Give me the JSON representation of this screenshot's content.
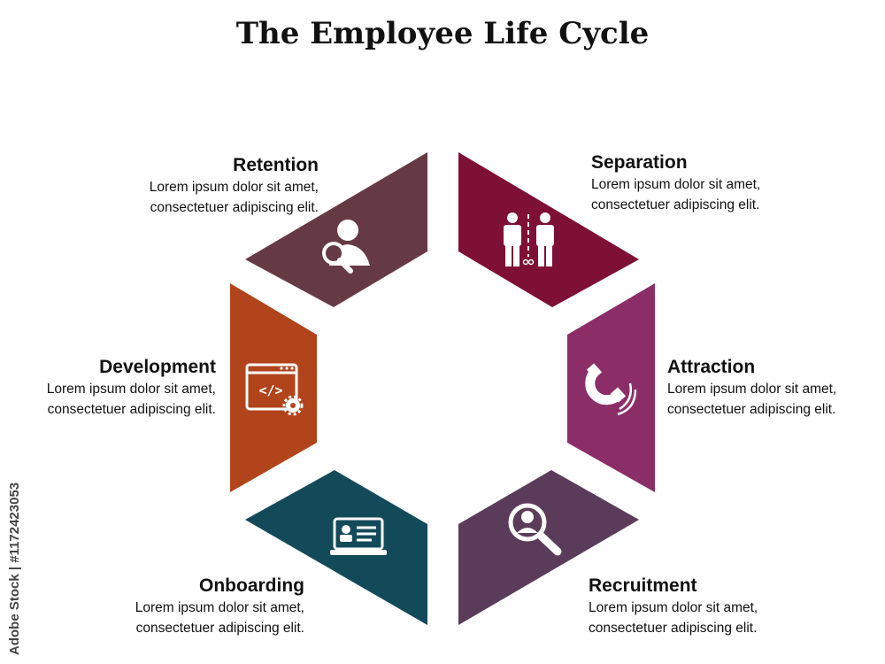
{
  "title": "The Employee Life Cycle",
  "stages": [
    {
      "name": "Separation",
      "text_line1": "Lorem ipsum dolor sit amet,",
      "text_line2": "consectetuer adipiscing elit.",
      "color": "#7e0f35",
      "icon": "people-split-icon"
    },
    {
      "name": "Attraction",
      "text_line1": "Lorem ipsum dolor sit amet,",
      "text_line2": "consectetuer adipiscing elit.",
      "color": "#8b2e68",
      "icon": "magnet-icon"
    },
    {
      "name": "Recruitment",
      "text_line1": "Lorem ipsum dolor sit amet,",
      "text_line2": "consectetuer adipiscing elit.",
      "color": "#5a3c5a",
      "icon": "user-search-icon"
    },
    {
      "name": "Onboarding",
      "text_line1": "Lorem ipsum dolor sit amet,",
      "text_line2": "consectetuer adipiscing elit.",
      "color": "#134a5a",
      "icon": "laptop-profile-icon"
    },
    {
      "name": "Development",
      "text_line1": "Lorem ipsum dolor sit amet,",
      "text_line2": "consectetuer adipiscing elit.",
      "color": "#b2441c",
      "icon": "code-window-gear-icon"
    },
    {
      "name": "Retention",
      "text_line1": "Lorem ipsum dolor sit amet,",
      "text_line2": "consectetuer adipiscing elit.",
      "color": "#663a44",
      "icon": "person-magnifier-icon"
    }
  ],
  "watermark": "Adobe Stock | #1172423053"
}
